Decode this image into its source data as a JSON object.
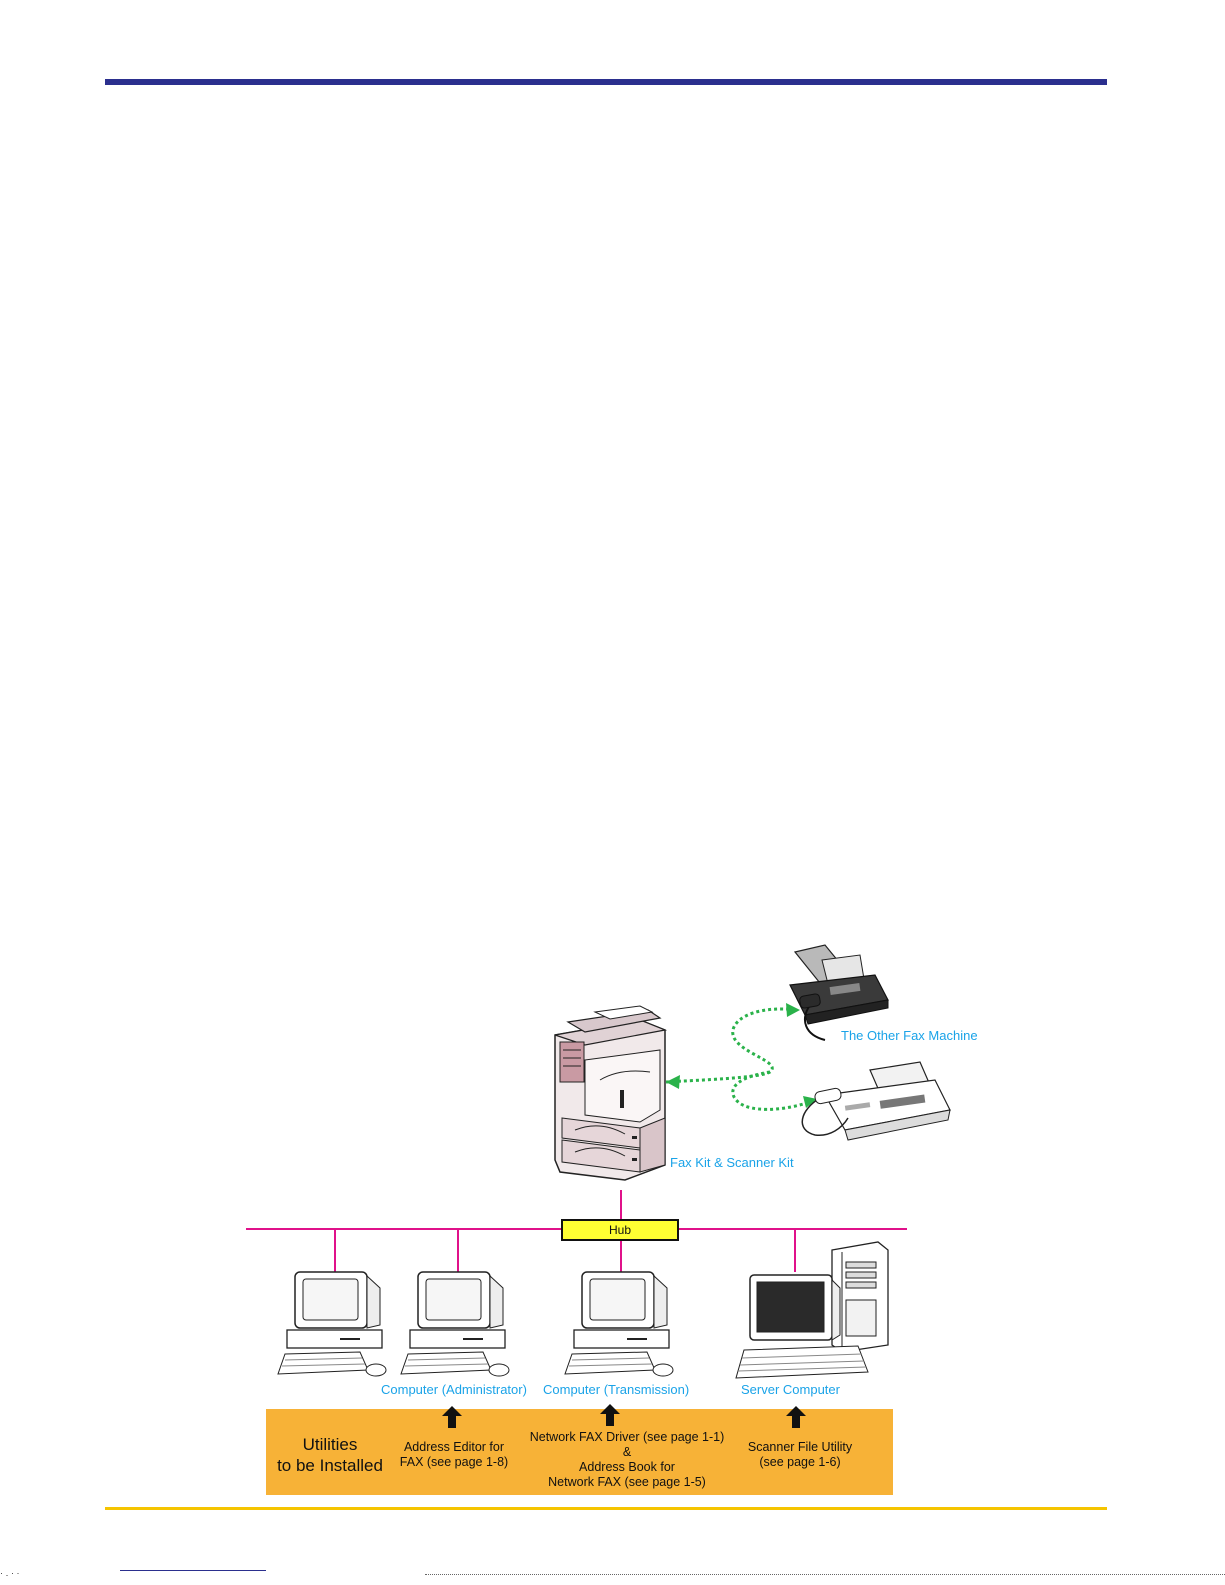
{
  "diagram": {
    "captions": {
      "other_fax": "The Other Fax Machine",
      "mfp": "Fax Kit & Scanner Kit",
      "hub": "Hub",
      "computer_admin": "Computer (Administrator)",
      "computer_transmission": "Computer (Transmission)",
      "server": "Server Computer"
    },
    "utilities": {
      "title_line1": "Utilities",
      "title_line2": "to be Installed",
      "address_editor": [
        "Address Editor for",
        "FAX (see page 1-8)"
      ],
      "network_fax": [
        "Network FAX Driver (see page 1-1)",
        "&",
        "Address Book for",
        "Network FAX (see page 1-5)"
      ],
      "scanner_file": [
        "Scanner File Utility",
        "(see page 1-6)"
      ]
    },
    "colors": {
      "network_line": "#e0118a",
      "fax_link": "#2ab24a",
      "caption": "#1aa3e8",
      "hub_fill": "#ffff33",
      "panel_fill": "#f7b237",
      "top_rule": "#2b2f8e",
      "bottom_rule": "#f5c400"
    }
  },
  "footer": {
    "fragment": "· ․ · ·"
  }
}
